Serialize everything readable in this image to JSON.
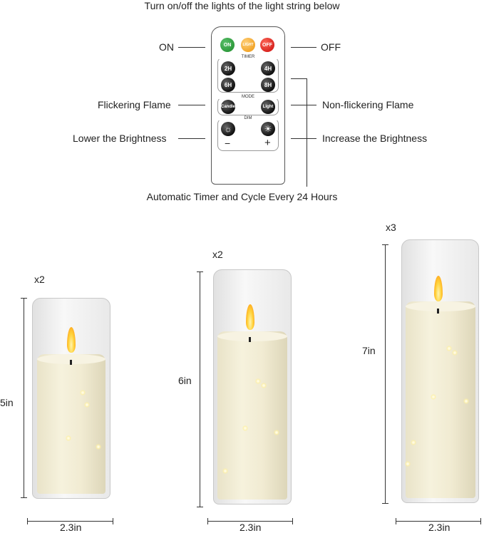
{
  "header": "Turn on/off the lights of the light string below",
  "remote": {
    "on": "ON",
    "light": "LIGHT",
    "off": "OFF",
    "timer": "TIMER",
    "h2": "2H",
    "h4": "4H",
    "h6": "6H",
    "h8": "8H",
    "mode": "MODE",
    "candle": "Candle",
    "light_mode": "Light",
    "dim": "DIM",
    "minus": "−",
    "plus": "+"
  },
  "callouts": {
    "on": "ON",
    "off": "OFF",
    "flickering": "Flickering Flame",
    "non_flickering": "Non-flickering Flame",
    "lower": "Lower the Brightness",
    "increase": "Increase the Brightness",
    "timer": "Automatic Timer and Cycle Every 24 Hours"
  },
  "candles": [
    {
      "qty": "x2",
      "height": "5in",
      "width": "2.3in"
    },
    {
      "qty": "x2",
      "height": "6in",
      "width": "2.3in"
    },
    {
      "qty": "x3",
      "height": "7in",
      "width": "2.3in"
    }
  ],
  "colors": {
    "on": "#2e9a3c",
    "light": "#f2a52a",
    "off": "#d8241f",
    "wax": "#f3eed7",
    "flame": "#ffd23a"
  }
}
